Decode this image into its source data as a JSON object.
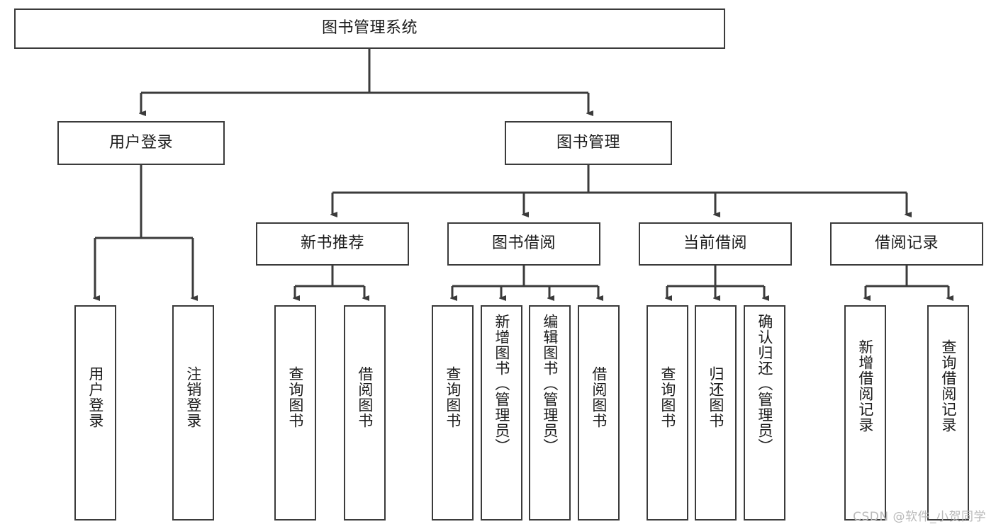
{
  "diagram": {
    "type": "tree-hierarchy-chart",
    "title": "图书管理系统",
    "stroke_color": "#3b3b3b",
    "background_color": "#ffffff",
    "text_color": "#1b1b1b",
    "root": {
      "label": "图书管理系统"
    },
    "level2": [
      {
        "label": "用户登录"
      },
      {
        "label": "图书管理"
      }
    ],
    "level3": [
      {
        "label": "新书推荐"
      },
      {
        "label": "图书借阅"
      },
      {
        "label": "当前借阅"
      },
      {
        "label": "借阅记录"
      }
    ],
    "leaves": {
      "user_login": [
        {
          "label": "用户登录"
        },
        {
          "label": "注销登录"
        }
      ],
      "new_book_recommend": [
        {
          "label": "查询图书"
        },
        {
          "label": "借阅图书"
        }
      ],
      "book_borrow": [
        {
          "label": "查询图书"
        },
        {
          "label": "新增图书（管理员）"
        },
        {
          "label": "编辑图书（管理员）"
        },
        {
          "label": "借阅图书"
        }
      ],
      "current_borrow": [
        {
          "label": "查询图书"
        },
        {
          "label": "归还图书"
        },
        {
          "label": "确认归还（管理员）"
        }
      ],
      "borrow_record": [
        {
          "label": "新增借阅记录"
        },
        {
          "label": "查询借阅记录"
        }
      ]
    }
  },
  "watermark": {
    "text": "CSDN @软件_小贺同学"
  }
}
